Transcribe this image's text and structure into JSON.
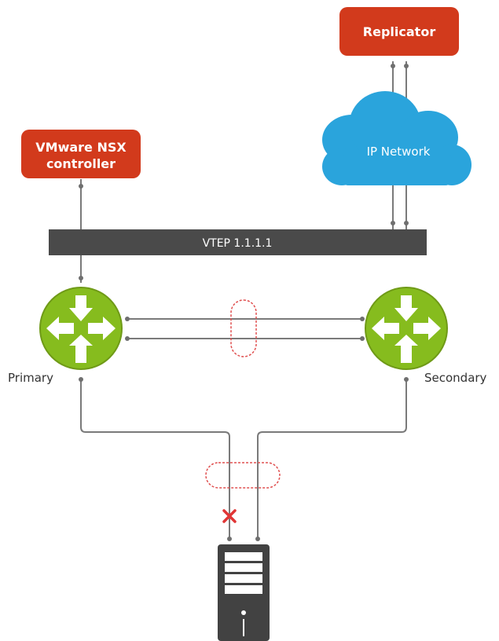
{
  "colors": {
    "box": "#d23a1c",
    "bar": "#4a4a4a",
    "switch": "#86bc1e",
    "cloud": "#2aa4dc",
    "wire": "#7a7a7a",
    "lag": "#e05050",
    "fail_mark": "#e03535",
    "server": "#424242"
  },
  "nodes": {
    "replicator": {
      "label": "Replicator"
    },
    "controller": {
      "lines": [
        "VMware NSX",
        "controller"
      ]
    },
    "cloud": {
      "label": "IP Network",
      "icon": "cloud-icon"
    },
    "vtep": {
      "label": "VTEP 1.1.1.1"
    },
    "primary": {
      "label": "Primary",
      "icon": "switch-arrows-icon"
    },
    "secondary": {
      "label": "Secondary",
      "icon": "switch-arrows-icon"
    },
    "server": {
      "icon": "server-tower-icon"
    }
  },
  "failure": {
    "icon": "x-mark-icon",
    "link": "primary-to-server"
  }
}
